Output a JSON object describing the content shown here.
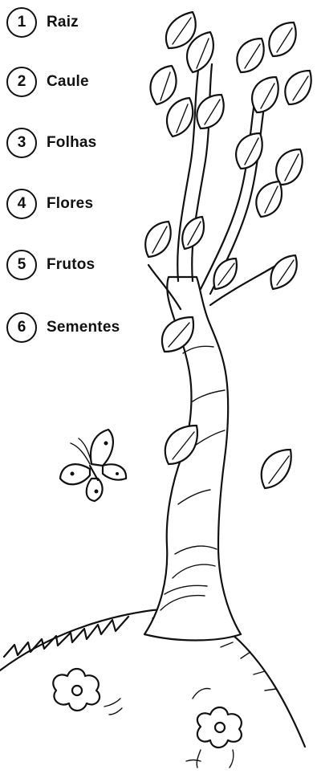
{
  "legend": {
    "items": [
      {
        "number": "1",
        "label": "Raiz"
      },
      {
        "number": "2",
        "label": "Caule"
      },
      {
        "number": "3",
        "label": "Folhas"
      },
      {
        "number": "4",
        "label": "Flores"
      },
      {
        "number": "5",
        "label": "Frutos"
      },
      {
        "number": "6",
        "label": "Sementes"
      }
    ]
  },
  "illustration": {
    "subject": "tree-line-drawing",
    "elements": [
      "tree-trunk-icon",
      "leaf-icon",
      "butterfly-icon",
      "flower-icon",
      "grass-icon"
    ],
    "colors": {
      "line": "#111111",
      "background": "#ffffff"
    }
  }
}
